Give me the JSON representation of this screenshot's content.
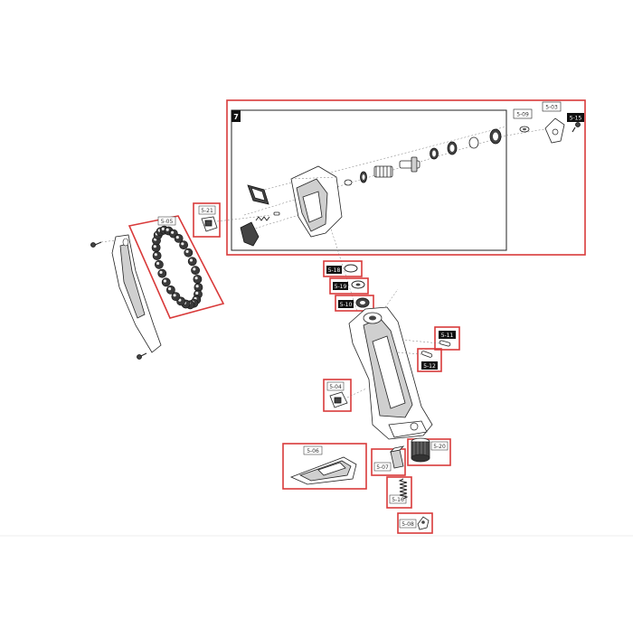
{
  "colors": {
    "callout_border": "#d93a3a",
    "line": "#222222",
    "tag_dark": "#111111"
  },
  "assembly": {
    "number": "7"
  },
  "labels": {
    "p503": "5-03",
    "p509": "5-09",
    "p515": "5-15",
    "p521": "5-21",
    "p505": "5-05",
    "p518": "5-18",
    "p519": "5-19",
    "p510": "5-10",
    "p511": "5-11",
    "p512": "5-12",
    "p504": "5-04",
    "p506": "5-06",
    "p507": "5-07",
    "p520": "5-20",
    "p516": "5-16",
    "p508": "5-08"
  }
}
